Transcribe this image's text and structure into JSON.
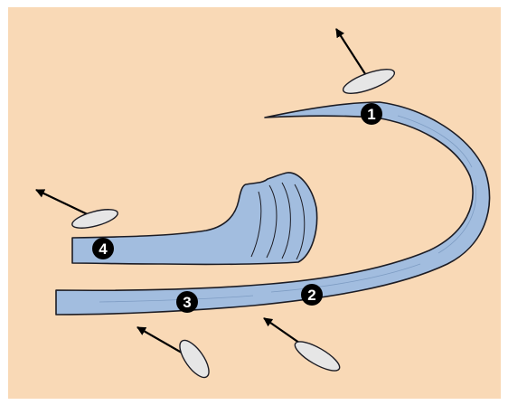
{
  "colors": {
    "background": "#f9d9b6",
    "frame": "#ffffff",
    "strip_fill": "#a2bddf",
    "strip_outline": "#1c1c24",
    "disc_fill": "#e6e6e6",
    "arrow": "#000000",
    "marker_fill": "#000000",
    "marker_text": "#ffffff"
  },
  "markers": [
    {
      "id": "1",
      "label": "1"
    },
    {
      "id": "2",
      "label": "2"
    },
    {
      "id": "3",
      "label": "3"
    },
    {
      "id": "4",
      "label": "4"
    }
  ],
  "arrows": [
    {
      "id": "arrow-top",
      "icon": "arrow-disc-icon"
    },
    {
      "id": "arrow-left",
      "icon": "arrow-disc-icon"
    },
    {
      "id": "arrow-bottom-left",
      "icon": "arrow-disc-icon"
    },
    {
      "id": "arrow-bottom-right",
      "icon": "arrow-disc-icon"
    }
  ]
}
